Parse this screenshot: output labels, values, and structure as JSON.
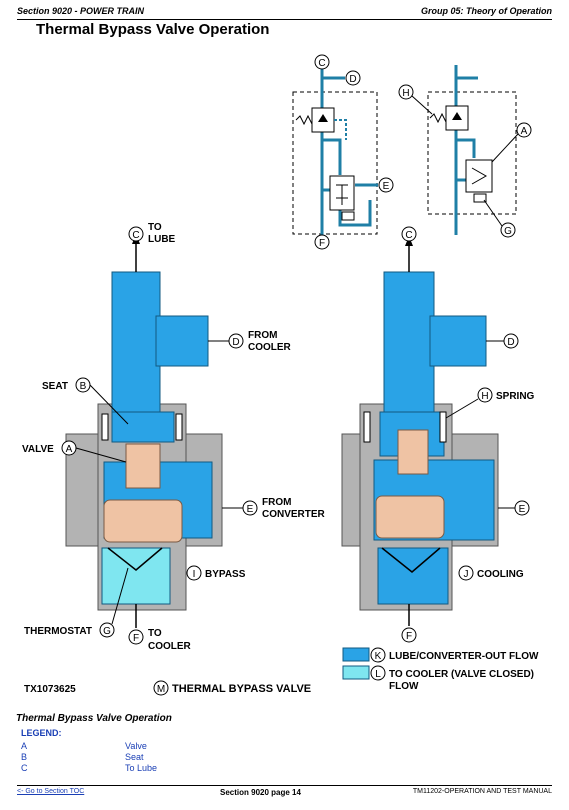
{
  "header": {
    "left": "Section 9020 - POWER TRAIN",
    "right": "Group 05: Theory of Operation"
  },
  "title": "Thermal Bypass Valve Operation",
  "figure": {
    "callouts": {
      "A": "A",
      "B": "B",
      "C": "C",
      "D": "D",
      "E": "E",
      "F": "F",
      "G": "G",
      "H": "H",
      "I": "I",
      "J": "J",
      "K": "K",
      "L": "L",
      "M": "M"
    },
    "labels": {
      "to_lube_1": "TO",
      "to_lube_2": "LUBE",
      "from_cooler_1": "FROM",
      "from_cooler_2": "COOLER",
      "seat": "SEAT",
      "valve": "VALVE",
      "from_converter_1": "FROM",
      "from_converter_2": "CONVERTER",
      "bypass": "BYPASS",
      "thermostat": "THERMOSTAT",
      "to_cooler_1": "TO",
      "to_cooler_2": "COOLER",
      "spring": "SPRING",
      "cooling": "COOLING",
      "legend_lube": "LUBE/CONVERTER-OUT FLOW",
      "legend_cooler_1": "TO COOLER (VALVE CLOSED)",
      "legend_cooler_2": "FLOW",
      "figure_id": "TX1073625",
      "figure_title": "THERMAL BYPASS VALVE"
    },
    "colors": {
      "lube_flow": "#2aa3e6",
      "cooler_flow": "#7fe6f0",
      "body_gray": "#b3b3b3",
      "valve_tan": "#efc3a4",
      "schematic_line": "#1f7fa6"
    }
  },
  "caption": "Thermal Bypass Valve Operation",
  "legend": {
    "heading": "LEGEND:",
    "items": [
      {
        "key": "A",
        "value": "Valve"
      },
      {
        "key": "B",
        "value": "Seat"
      },
      {
        "key": "C",
        "value": "To Lube"
      }
    ]
  },
  "footer": {
    "toc_link": "<- Go to Section TOC",
    "page": "Section 9020 page 14",
    "manual": "TM11202-OPERATION AND TEST MANUAL"
  }
}
